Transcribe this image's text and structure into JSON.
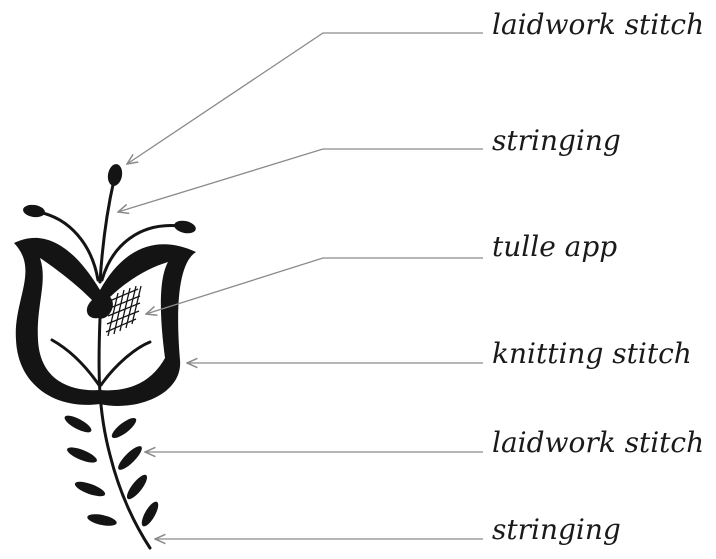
{
  "labels": [
    {
      "text": "laidwork stitch"
    },
    {
      "text": "stringing"
    },
    {
      "text": "tulle app"
    },
    {
      "text": "knitting stitch"
    },
    {
      "text": "laidwork stitch"
    },
    {
      "text": "stringing"
    }
  ],
  "colors": {
    "ink": "#141414",
    "leader": "#8a8a8a",
    "background": "#ffffff"
  }
}
